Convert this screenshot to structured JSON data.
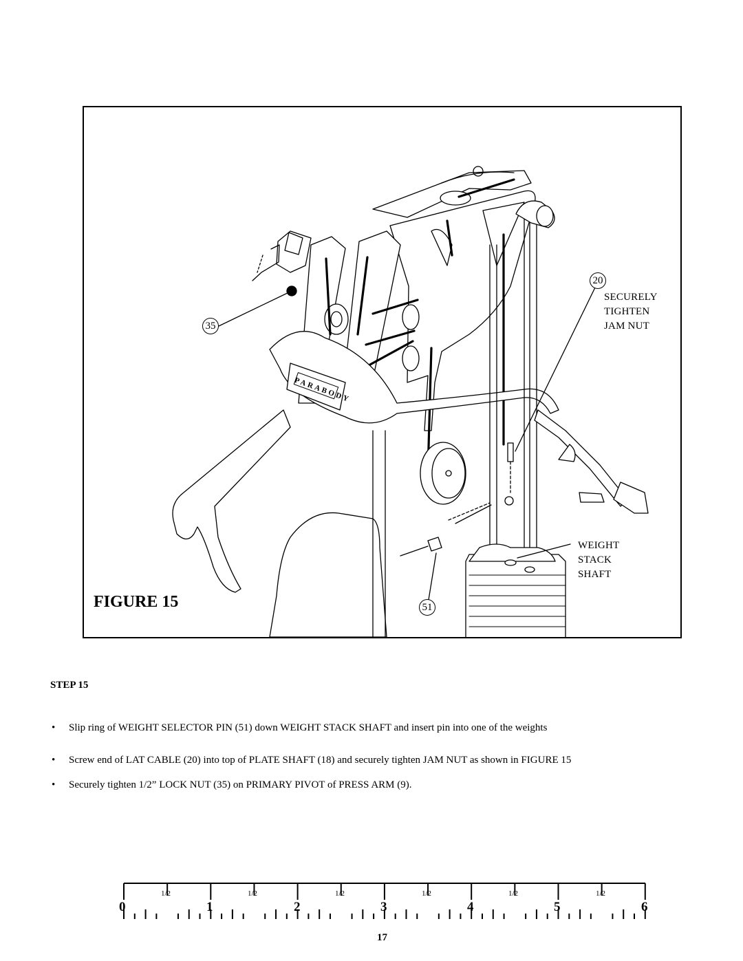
{
  "figure": {
    "title": "FIGURE 15",
    "brand_plate": "PARABODY",
    "callouts": {
      "c35": "35",
      "c20": "20",
      "c51": "51"
    },
    "labels": {
      "jam_nut": [
        "SECURELY",
        "TIGHTEN",
        "JAM NUT"
      ],
      "stack_shaft": [
        "WEIGHT",
        "STACK",
        "SHAFT"
      ]
    }
  },
  "step": {
    "heading": "STEP 15",
    "bullet_char": "•",
    "items": [
      "Slip ring of WEIGHT SELECTOR PIN (51) down WEIGHT STACK SHAFT and insert pin into one of the weights",
      "Screw end of LAT CABLE (20) into top of PLATE SHAFT (18) and securely tighten JAM NUT as shown in FIGURE 15",
      "Securely tighten 1/2” LOCK NUT (35) on PRIMARY PIVOT of PRESS ARM (9)."
    ]
  },
  "ruler": {
    "numbers": [
      "0",
      "1",
      "2",
      "3",
      "4",
      "5",
      "6"
    ],
    "half_label": "1/2"
  },
  "page_number": "17"
}
